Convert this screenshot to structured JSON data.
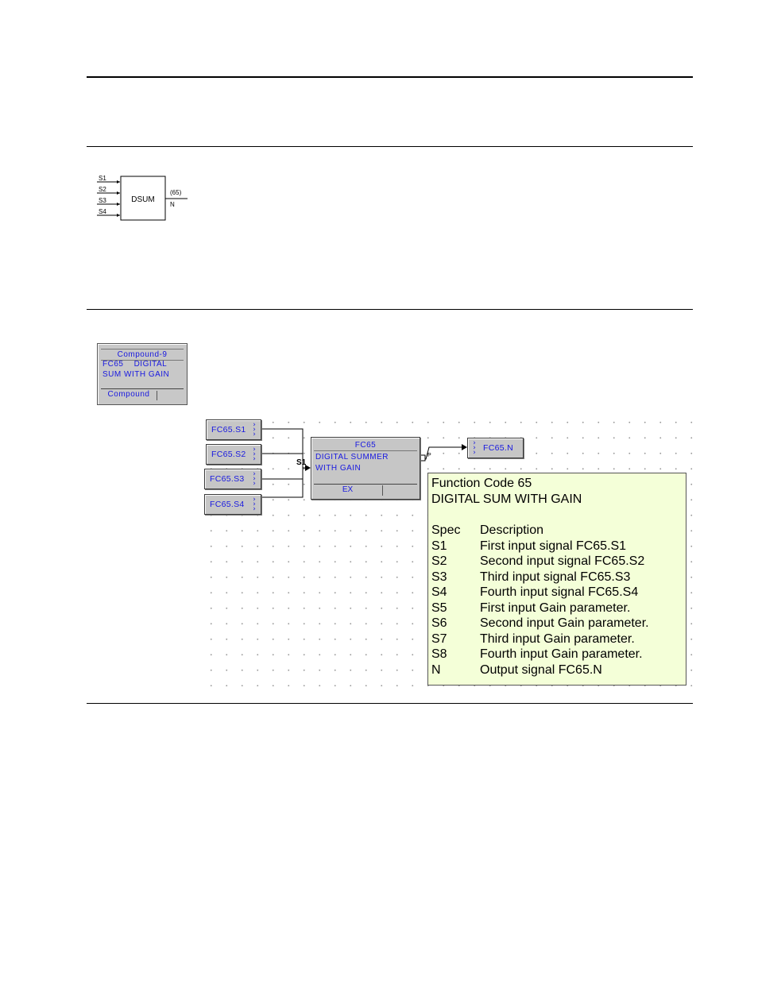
{
  "dsum_symbol": {
    "inputs": [
      "S1",
      "S2",
      "S3",
      "S4"
    ],
    "label": "DSUM",
    "code": "(65)",
    "output": "N"
  },
  "compound": {
    "title": "Compound-9",
    "line1": "FC65    DIGITAL",
    "line2": "SUM WITH GAIN",
    "footer": "Compound"
  },
  "tags": {
    "inputs": [
      "FC65.S1",
      "FC65.S2",
      "FC65.S3",
      "FC65.S4"
    ],
    "output": "FC65.N"
  },
  "block": {
    "title": "FC65",
    "line1": "DIGITAL SUMMER",
    "line2": "WITH GAIN",
    "footer": "EX",
    "input_pin": "S1",
    "output_pin": "P"
  },
  "tooltip": {
    "title": "Function Code 65",
    "subtitle": "DIGITAL SUM WITH GAIN",
    "header": {
      "spec": "Spec",
      "description": "Description"
    },
    "rows": [
      {
        "spec": "S1",
        "description": "First input signal FC65.S1"
      },
      {
        "spec": "S2",
        "description": "Second input signal FC65.S2"
      },
      {
        "spec": "S3",
        "description": "Third input signal FC65.S3"
      },
      {
        "spec": "S4",
        "description": "Fourth input signal FC65.S4"
      },
      {
        "spec": "S5",
        "description": "First input Gain parameter."
      },
      {
        "spec": "S6",
        "description": "Second input Gain parameter."
      },
      {
        "spec": "S7",
        "description": "Third input Gain parameter."
      },
      {
        "spec": "S8",
        "description": "Fourth input Gain parameter."
      },
      {
        "spec": "N",
        "description": "Output signal FC65.N"
      }
    ]
  }
}
